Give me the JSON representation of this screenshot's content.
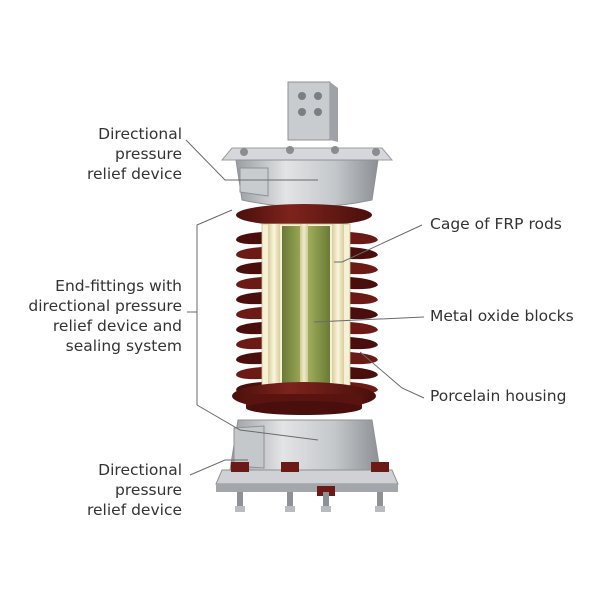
{
  "labels": {
    "top_device": [
      "Directional",
      "pressure",
      "relief device"
    ],
    "end_fittings": [
      "End-fittings with",
      "directional pressure",
      "relief device and",
      "sealing system"
    ],
    "bottom_device": [
      "Directional",
      "pressure",
      "relief device"
    ],
    "cage": "Cage of FRP rods",
    "blocks": "Metal oxide blocks",
    "housing": "Porcelain housing"
  },
  "colors": {
    "porcelain": "#6b1a16",
    "porcelain_shade": "#4a0f0c",
    "metal": "#b9bcbf",
    "metal_light": "#d8dadc",
    "metal_dark": "#8e9195",
    "frp_rod": "#efe6c2",
    "oxide_block": "#7f8f45",
    "leader": "#6a6a6a",
    "text": "#333333"
  }
}
